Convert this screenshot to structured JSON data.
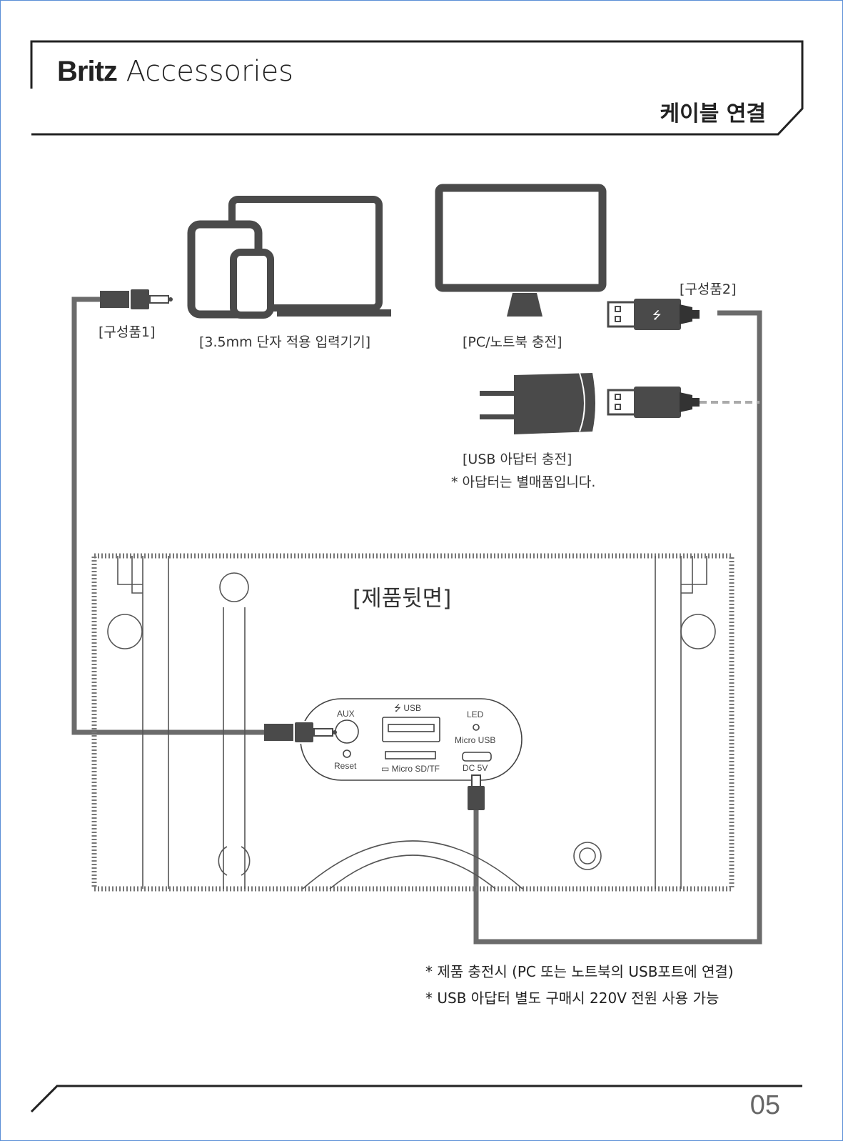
{
  "header": {
    "brand": "Britz",
    "product_line": "Accessories",
    "section_title": "케이블 연결"
  },
  "diagram": {
    "item1_label": "[구성품1]",
    "item2_label": "[구성품2]",
    "audio_devices_label": "[3.5mm 단자 적용 입력기기]",
    "pc_label": "[PC/노트북 충전]",
    "adapter_label": "[USB 아답터 충전]",
    "adapter_note": "* 아답터는 별매품입니다.",
    "product_back_label": "[제품뒷면]",
    "ports": {
      "aux": "AUX",
      "reset": "Reset",
      "usb": "USB",
      "led": "LED",
      "micro_usb": "Micro USB",
      "micro_sd": "Micro SD/TF",
      "dc": "DC 5V"
    }
  },
  "notes": [
    "* 제품 충전시 (PC 또는 노트북의 USB포트에 연결)",
    "* USB 아답터 별도 구매시 220V 전원 사용 가능"
  ],
  "footer": {
    "page_number": "05"
  },
  "colors": {
    "ink": "#222222",
    "cable": "#6b6b6b",
    "device": "#4a4a4a",
    "frame_border": "#5b8fd6"
  }
}
